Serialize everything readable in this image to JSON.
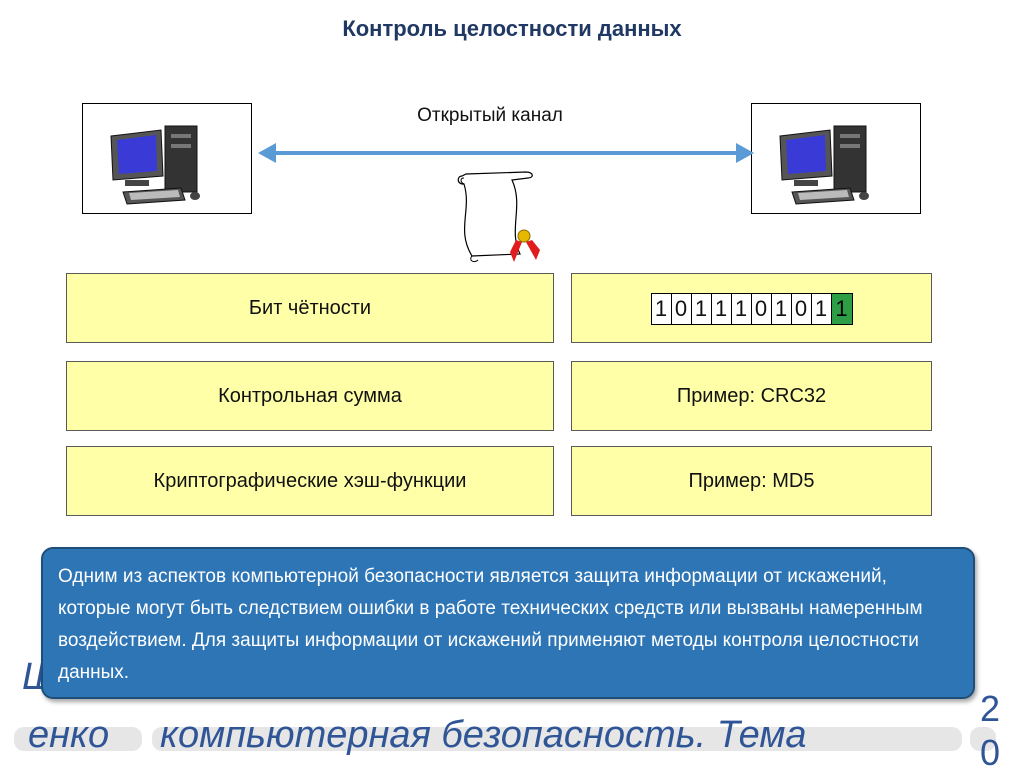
{
  "slide": {
    "title": "Контроль целостности данных",
    "channel_label": "Открытый канал",
    "rows": [
      {
        "left": "Бит чётности",
        "right_bits": [
          "1",
          "0",
          "1",
          "1",
          "1",
          "0",
          "1",
          "0",
          "1"
        ],
        "parity_bit": "1"
      },
      {
        "left": "Контрольная сумма",
        "right": "Пример: CRC32"
      },
      {
        "left": "Криптографические хэш-функции",
        "right": "Пример: MD5"
      }
    ],
    "callout": "Одним из аспектов компьютерной безопасности является защита информации от искажений, которые могут быть следствием ошибки в работе технических средств или вызваны намеренным воздействием. Для защиты информации от искажений применяют методы контроля целостности данных.",
    "footer_line1": "Ш",
    "footer_line2_a": "енко",
    "footer_line2_b": "компьютерная безопасность. Тема",
    "page_number_top": "2",
    "page_number_bottom": "0"
  },
  "colors": {
    "title": "#1f3864",
    "box_fill": "#ffffa8",
    "parity_fill": "#2e9e46",
    "callout_fill": "#2e75b6",
    "arrow": "#5b9bd5",
    "footer_text": "#2f5597"
  }
}
